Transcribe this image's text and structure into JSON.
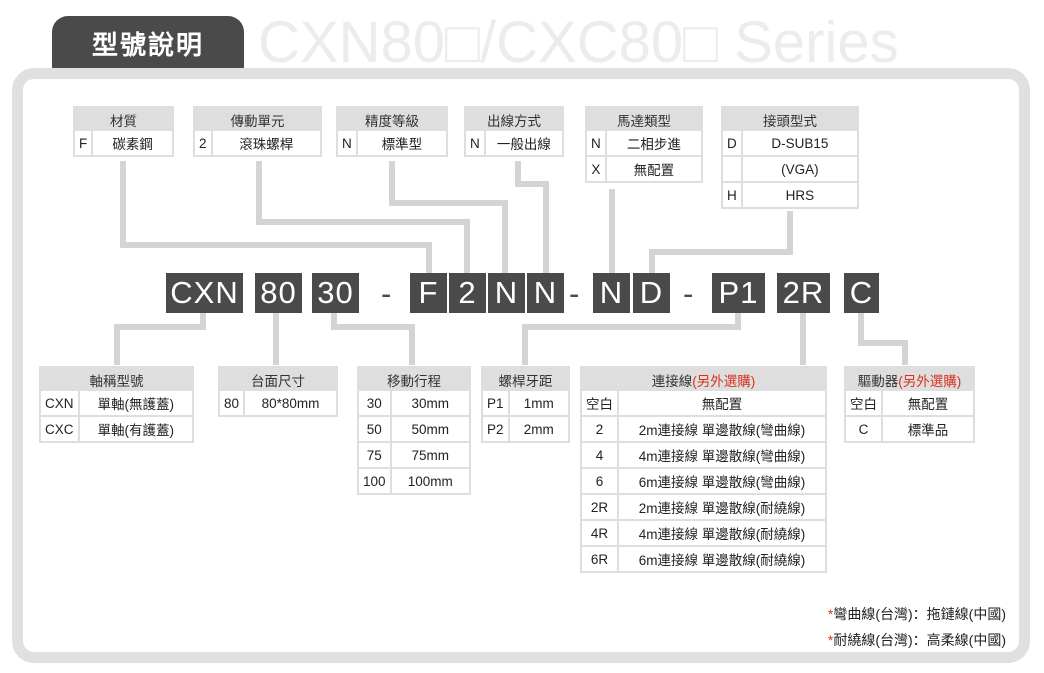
{
  "header": {
    "tab_title": "型號說明",
    "series_title": "CXN80□/CXC80□ Series"
  },
  "code": {
    "segments": [
      "CXN",
      "80",
      "30",
      "F",
      "2",
      "N",
      "N",
      "N",
      "D",
      "P1",
      "2R",
      "C"
    ],
    "separators": [
      "-",
      "-",
      "-"
    ]
  },
  "top": {
    "material": {
      "header": "材質",
      "rows": [
        [
          "F",
          "碳素鋼"
        ]
      ]
    },
    "drive": {
      "header": "傳動單元",
      "rows": [
        [
          "2",
          "滾珠螺桿"
        ]
      ]
    },
    "precision": {
      "header": "精度等級",
      "rows": [
        [
          "N",
          "標準型"
        ]
      ]
    },
    "outlet": {
      "header": "出線方式",
      "rows": [
        [
          "N",
          "一般出線"
        ]
      ]
    },
    "motor": {
      "header": "馬達類型",
      "rows": [
        [
          "N",
          "二相步進"
        ],
        [
          "X",
          "無配置"
        ]
      ]
    },
    "connector": {
      "header": "接頭型式",
      "rows": [
        [
          "D",
          "D-SUB15"
        ],
        [
          "",
          "(VGA)"
        ],
        [
          "H",
          "HRS"
        ]
      ]
    }
  },
  "bottom": {
    "axis": {
      "header": "軸稱型號",
      "rows": [
        [
          "CXN",
          "單軸(無護蓋)"
        ],
        [
          "CXC",
          "單軸(有護蓋)"
        ]
      ]
    },
    "table_size": {
      "header": "台面尺寸",
      "rows": [
        [
          "80",
          "80*80mm"
        ]
      ]
    },
    "stroke": {
      "header": "移動行程",
      "rows": [
        [
          "30",
          "30mm"
        ],
        [
          "50",
          "50mm"
        ],
        [
          "75",
          "75mm"
        ],
        [
          "100",
          "100mm"
        ]
      ]
    },
    "pitch": {
      "header": "螺桿牙距",
      "rows": [
        [
          "P1",
          "1mm"
        ],
        [
          "P2",
          "2mm"
        ]
      ]
    },
    "cable": {
      "header": "連接線",
      "header_note": "(另外選購)",
      "rows": [
        [
          "空白",
          "無配置"
        ],
        [
          "2",
          "2m連接線 單邊散線(彎曲線)"
        ],
        [
          "4",
          "4m連接線 單邊散線(彎曲線)"
        ],
        [
          "6",
          "6m連接線 單邊散線(彎曲線)"
        ],
        [
          "2R",
          "2m連接線 單邊散線(耐繞線)"
        ],
        [
          "4R",
          "4m連接線 單邊散線(耐繞線)"
        ],
        [
          "6R",
          "6m連接線 單邊散線(耐繞線)"
        ]
      ]
    },
    "driver": {
      "header": "驅動器",
      "header_note": "(另外選購)",
      "rows": [
        [
          "空白",
          "無配置"
        ],
        [
          "C",
          "標準品"
        ]
      ]
    }
  },
  "notes": {
    "star": "*",
    "line1": "彎曲線(台灣)：拖鏈線(中國)",
    "line2": "耐繞線(台灣)：高柔線(中國)"
  },
  "colors": {
    "dark_box": "#4a4a4a",
    "frame_gray": "#e0e0e0",
    "line_gray": "#d4d4d4",
    "accent_red": "#d8321e"
  }
}
